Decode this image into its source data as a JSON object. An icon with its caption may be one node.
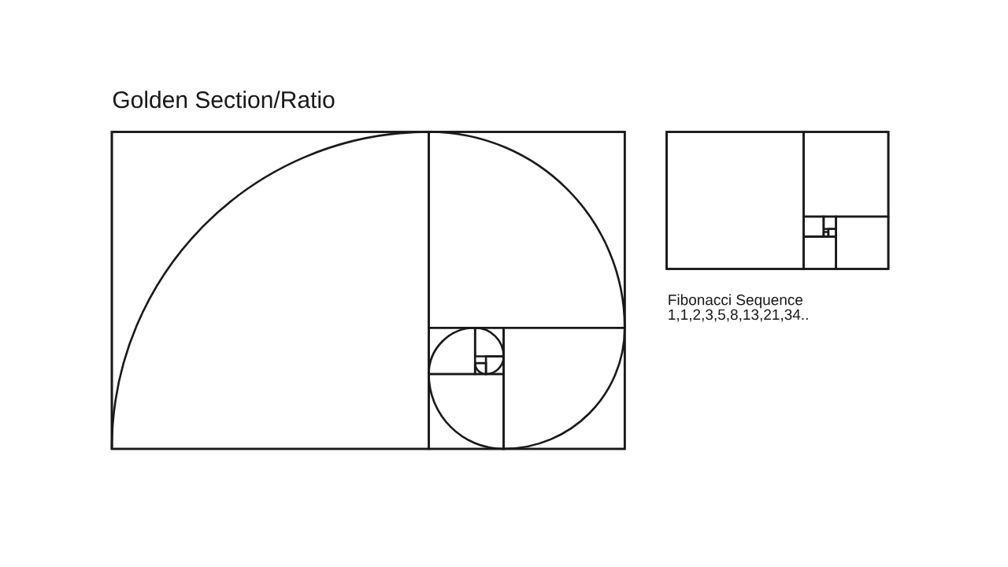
{
  "diagram": {
    "title": "Golden Section/Ratio",
    "labels": [
      "Fibonacci Sequence",
      "1,1,2,3,5,8,13,21,34.."
    ]
  }
}
